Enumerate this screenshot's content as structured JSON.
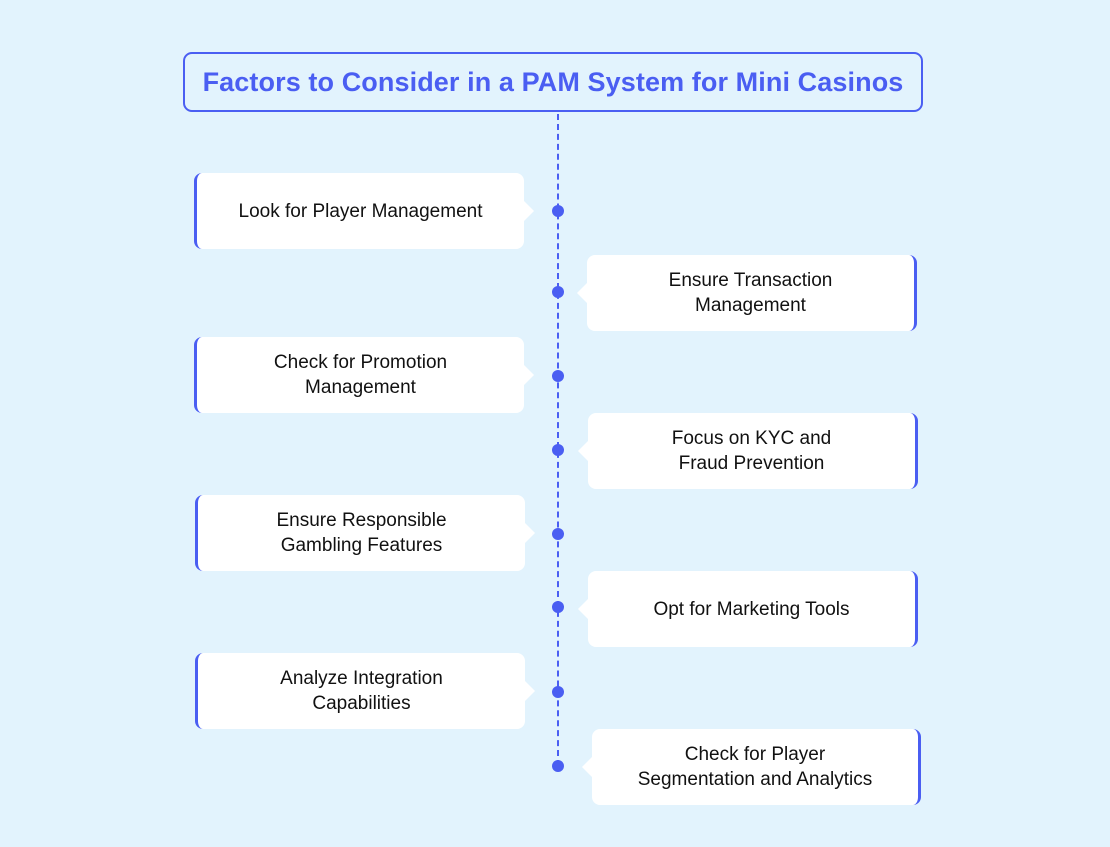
{
  "title": "Factors to Consider in a PAM System for Mini Casinos",
  "colors": {
    "background": "#e2f3fd",
    "accent": "#4a5ef2",
    "card": "#ffffff",
    "text": "#111111"
  },
  "factors": [
    {
      "label": "Look for Player Management",
      "side": "left"
    },
    {
      "label": "Ensure Transaction\nManagement",
      "side": "right"
    },
    {
      "label": "Check for Promotion\nManagement",
      "side": "left"
    },
    {
      "label": "Focus on KYC and\nFraud Prevention",
      "side": "right"
    },
    {
      "label": "Ensure Responsible\nGambling Features",
      "side": "left"
    },
    {
      "label": "Opt for Marketing Tools",
      "side": "right"
    },
    {
      "label": "Analyze Integration\nCapabilities",
      "side": "left"
    },
    {
      "label": "Check for Player\nSegmentation and Analytics",
      "side": "right"
    }
  ]
}
